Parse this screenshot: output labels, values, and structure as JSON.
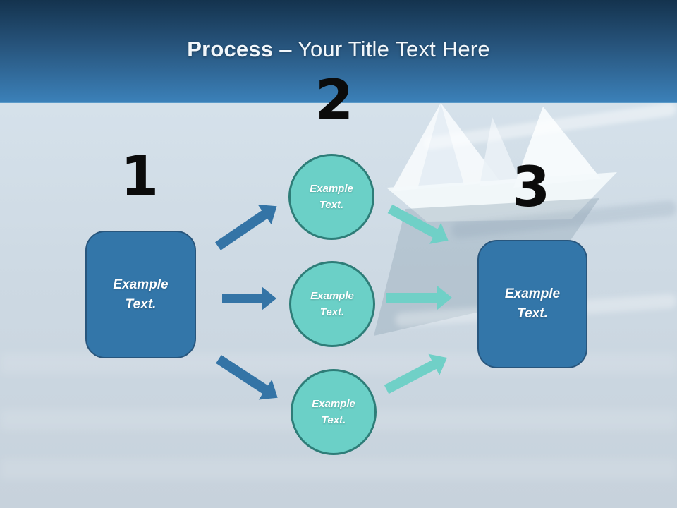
{
  "colors": {
    "header_gradient_top": "#14334e",
    "header_gradient_bottom": "#3b80b8",
    "header_edge_line": "#5b9ac9",
    "box_fill": "#3376a9",
    "box_border": "#28567d",
    "circle_fill": "#6bd0c7",
    "circle_border": "#2e7d78",
    "arrow_dark": "#3474a6",
    "arrow_teal": "#70d0c7",
    "background_top": "#dae6ef",
    "background_mid": "#cdd9e3",
    "background_bottom": "#c7d2dc",
    "number_color": "#0b0b0b",
    "title_color": "#f2f7fb",
    "shape_text_color": "#ffffff"
  },
  "header": {
    "title_bold": "Process",
    "title_regular": "– Your Title Text Here"
  },
  "diagram": {
    "step_numbers": [
      "1",
      "2",
      "3"
    ],
    "start_box": {
      "label": "Example Text."
    },
    "circles": [
      {
        "label": "Example Text."
      },
      {
        "label": "Example Text."
      },
      {
        "label": "Example Text."
      }
    ],
    "end_box": {
      "label": "Example Text."
    }
  }
}
